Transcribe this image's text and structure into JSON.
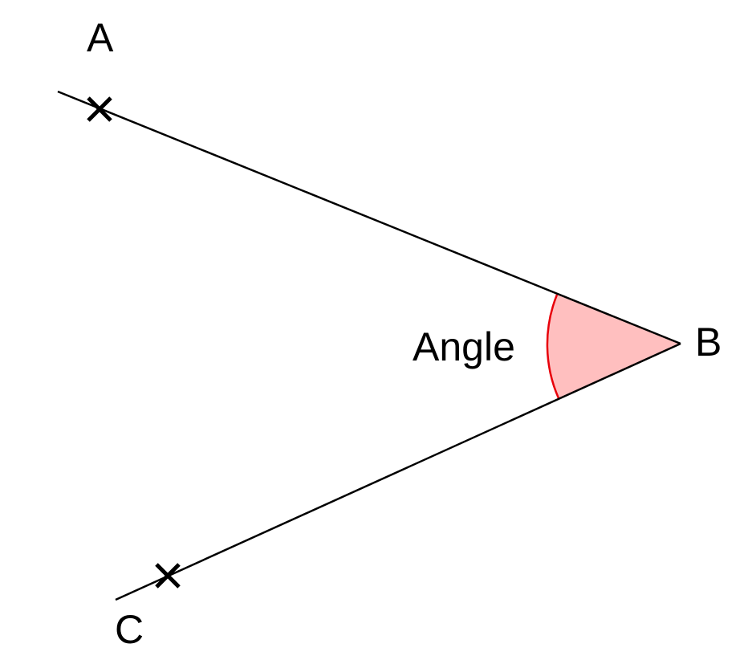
{
  "labels": {
    "point_a": "A",
    "point_b": "B",
    "point_c": "C",
    "angle": "Angle"
  },
  "colors": {
    "line": "#000000",
    "angle_fill": "#ffbfbf",
    "angle_stroke": "#e8000a",
    "marker": "#000000"
  }
}
